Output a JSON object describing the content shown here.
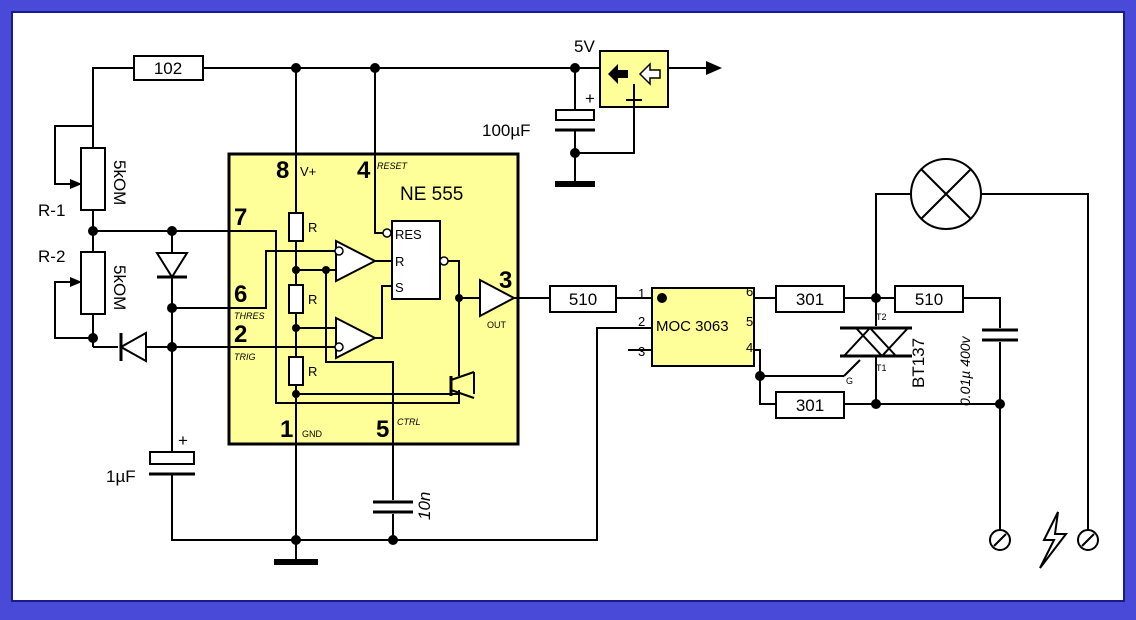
{
  "labels": {
    "r102": "102",
    "supply": "5V",
    "c100": "100µF",
    "plus": "+",
    "pot_value": "5kОМ",
    "r1": "R-1",
    "r2": "R-2",
    "c1": "1µF",
    "c10n": "10n",
    "ic_name": "NE 555",
    "pin8": "8",
    "pin8_name": "V+",
    "pin4": "4",
    "pin4_name": "RESET",
    "pin7": "7",
    "pin6": "6",
    "pin6_name": "THRES",
    "pin2": "2",
    "pin2_name": "TRIG",
    "pin1": "1",
    "pin1_name": "GND",
    "pin5": "5",
    "pin5_name": "CTRL",
    "pin3": "3",
    "pin3_name": "OUT",
    "res_r": "R",
    "ff_res": "RES",
    "ff_r": "R",
    "ff_s": "S",
    "r510a": "510",
    "r510b": "510",
    "moc": "MOC 3063",
    "moc_p1": "1",
    "moc_p2": "2",
    "moc_p3": "3",
    "moc_p4": "4",
    "moc_p5": "5",
    "moc_p6": "6",
    "r301a": "301",
    "r301b": "301",
    "triac": "BT137",
    "t2": "T2",
    "t1": "T1",
    "g": "G",
    "csnub": "0.01µ  400v"
  },
  "colors": {
    "background": "#4a4ad8",
    "panel": "#ffffff",
    "ic_fill": "#ffff99"
  }
}
